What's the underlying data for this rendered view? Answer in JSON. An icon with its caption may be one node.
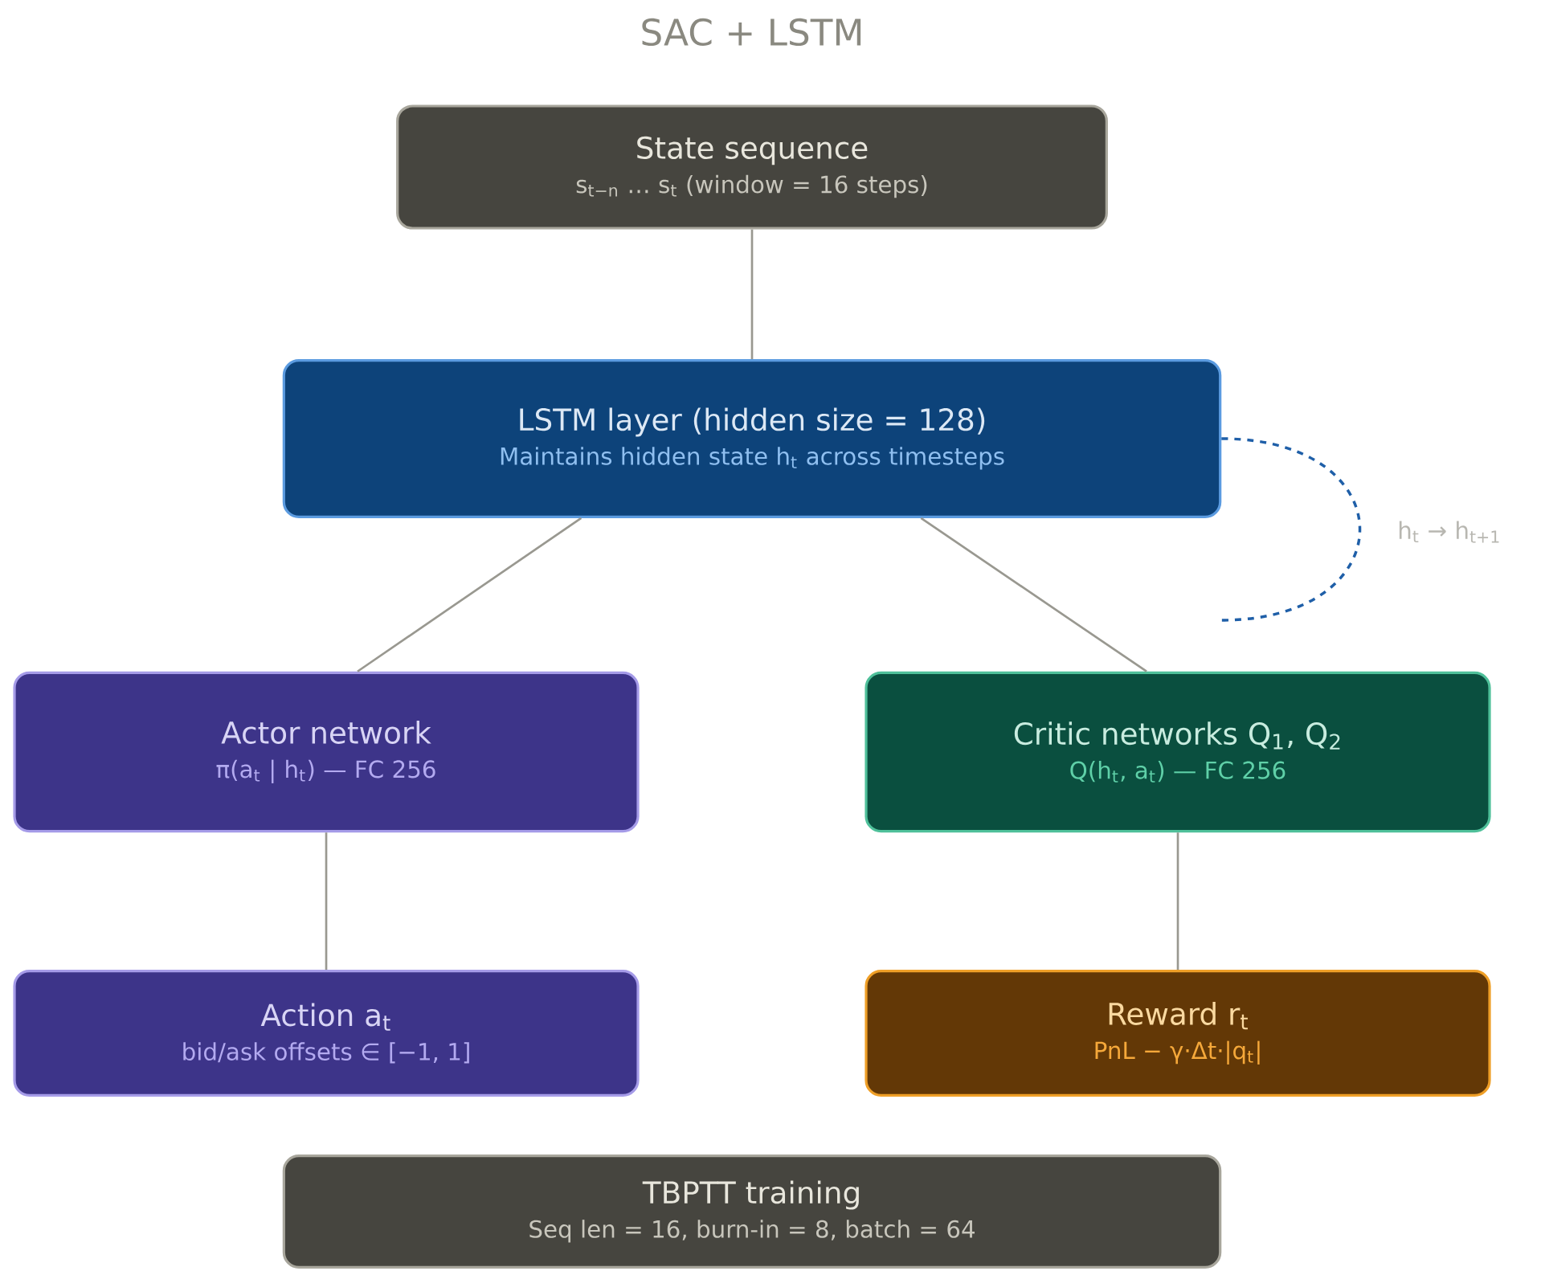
{
  "diagram": {
    "title": "SAC + LSTM",
    "nodes": [
      {
        "text": [
          "State sequence",
          "s$_{t−n}$ … s$_{t}$ (window = 16 steps)"
        ]
      },
      {
        "text": [
          "LSTM layer (hidden size = 128)",
          "Maintains hidden state h$_{t}$ across timesteps"
        ]
      },
      {
        "text": [
          "Actor network",
          "π(a$_{t}$ | h$_{t}$) — FC 256"
        ]
      },
      {
        "text": [
          "Critic networks Q$_{1}$, Q$_{2}$",
          "Q(h$_{t}$, a$_{t}$) — FC 256"
        ]
      },
      {
        "text": [
          "Action a$_{t}$",
          "bid/ask offsets ∈ [−1, 1]"
        ]
      },
      {
        "text": [
          "Reward r$_{t}$",
          "PnL − γ·Δt·|q$_{t}$|"
        ]
      },
      {
        "text": [
          "TBPTT training",
          "Seq len = 16, burn-in = 8, batch = 64"
        ]
      }
    ],
    "edges": [
      {
        "from": 0,
        "to": 1,
        "arrow": "none"
      },
      {
        "from": 1,
        "to": 2,
        "arrow": "none"
      },
      {
        "from": 1,
        "to": 3,
        "arrow": "none"
      },
      {
        "from": 2,
        "to": 4,
        "arrow": "none"
      },
      {
        "from": 3,
        "to": 5,
        "arrow": "none"
      },
      {
        "from": 1,
        "to": null,
        "arrow": "none",
        "style": "dashed",
        "color": "#1f5fa8",
        "label": "h$_{t}$ → h$_{t+1}$"
      }
    ]
  }
}
